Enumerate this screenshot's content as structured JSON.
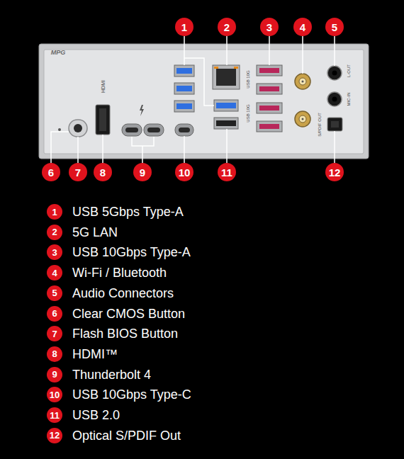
{
  "diagram": {
    "nodes": [
      {
        "text": [
          "1"
        ]
      },
      {
        "text": [
          "2"
        ]
      },
      {
        "text": [
          "3"
        ]
      },
      {
        "text": [
          "4"
        ]
      },
      {
        "text": [
          "5"
        ]
      },
      {
        "text": [
          "6"
        ]
      },
      {
        "text": [
          "7"
        ]
      },
      {
        "text": [
          "8"
        ]
      },
      {
        "text": [
          "9"
        ]
      },
      {
        "text": [
          "10"
        ]
      },
      {
        "text": [
          "11"
        ]
      },
      {
        "text": [
          "12"
        ]
      },
      {
        "text": [
          "1",
          "USB 5Gbps Type-A"
        ]
      },
      {
        "text": [
          "2",
          "5G LAN"
        ]
      },
      {
        "text": [
          "3",
          "USB 10Gbps Type-A"
        ]
      },
      {
        "text": [
          "4",
          "Wi-Fi / Bluetooth"
        ]
      },
      {
        "text": [
          "5",
          "Audio Connectors"
        ]
      },
      {
        "text": [
          "6",
          "Clear CMOS Button"
        ]
      },
      {
        "text": [
          "7",
          "Flash BIOS Button"
        ]
      },
      {
        "text": [
          "8",
          "HDMI™"
        ]
      },
      {
        "text": [
          "9",
          "Thunderbolt 4"
        ]
      },
      {
        "text": [
          "10",
          "USB 10Gbps Type-C"
        ]
      },
      {
        "text": [
          "11",
          "USB 2.0"
        ]
      },
      {
        "text": [
          "12",
          "Optical S/PDIF Out"
        ]
      }
    ],
    "labels": [
      "MPG",
      "HDMI",
      "USB 10G",
      "USB 10G",
      "L-OUT",
      "MIC-IN",
      "S/PDIF OUT"
    ]
  }
}
